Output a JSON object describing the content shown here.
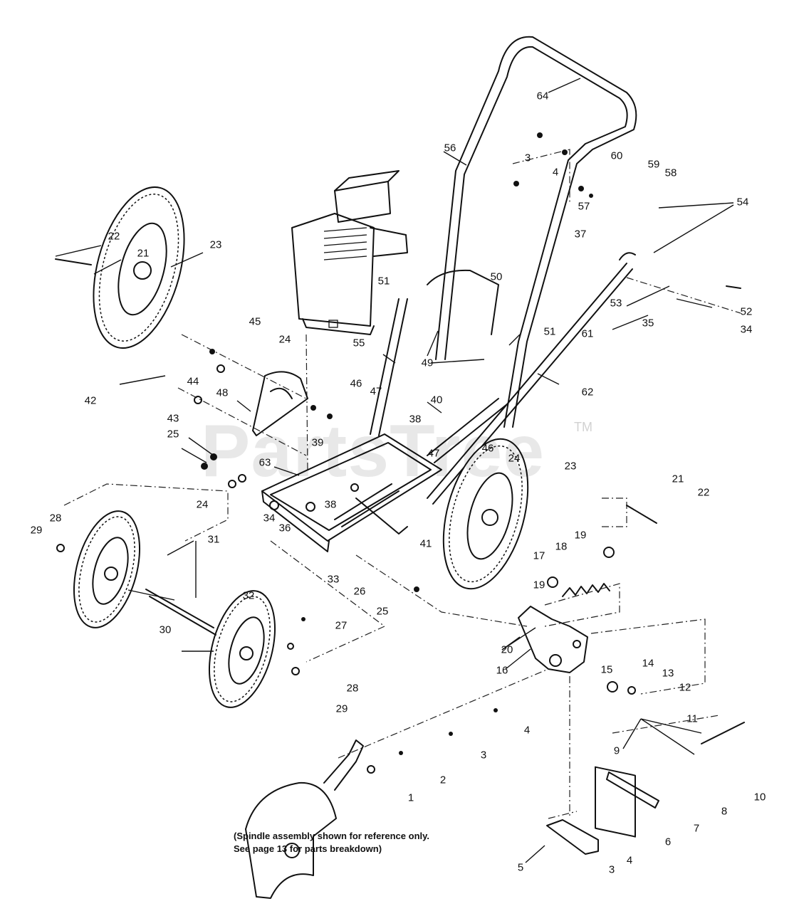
{
  "diagram": {
    "callouts": [
      "64",
      "56",
      "3",
      "4",
      "60",
      "59",
      "58",
      "54",
      "57",
      "37",
      "22",
      "21",
      "23",
      "51",
      "50",
      "53",
      "52",
      "61",
      "35",
      "34",
      "45",
      "24",
      "55",
      "49",
      "51",
      "62",
      "42",
      "44",
      "46",
      "47",
      "48",
      "43",
      "40",
      "38",
      "25",
      "39",
      "47",
      "46",
      "24",
      "23",
      "63",
      "24",
      "38",
      "34",
      "36",
      "21",
      "22",
      "19",
      "18",
      "28",
      "17",
      "19",
      "29",
      "31",
      "33",
      "41",
      "26",
      "25",
      "32",
      "27",
      "30",
      "20",
      "16",
      "15",
      "14",
      "13",
      "12",
      "28",
      "29",
      "11",
      "4",
      "9",
      "3",
      "10",
      "2",
      "1",
      "8",
      "7",
      "6",
      "4",
      "5",
      "3"
    ],
    "note_line1": "(Spindle assembly shown for reference only.",
    "note_line2": "See page 13 for  parts breakdown)",
    "watermark": "PartsTree",
    "watermark_mark": "TM"
  }
}
